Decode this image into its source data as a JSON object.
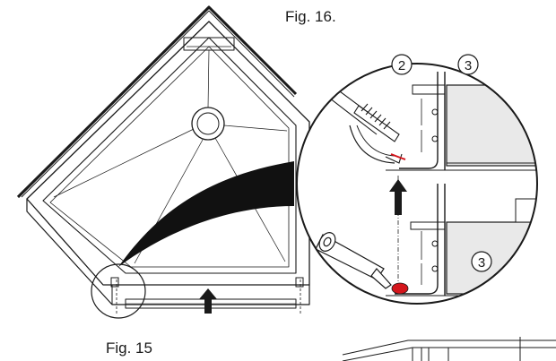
{
  "figures": {
    "fig16": {
      "caption": "Fig. 16."
    },
    "fig15": {
      "caption": "Fig. 15"
    }
  },
  "callouts": {
    "top_part": "2",
    "top_panel": "3",
    "bottom_panel": "3"
  },
  "colors": {
    "ink": "#1a1a1a",
    "panel_fill": "#e9e9e9",
    "sealant": "#d4161c",
    "funnel": "#111111"
  },
  "icons": {
    "up_arrow": "arrow-up-icon",
    "silicone_nozzle": "sealant-gun-icon",
    "spring": "spring-icon"
  }
}
